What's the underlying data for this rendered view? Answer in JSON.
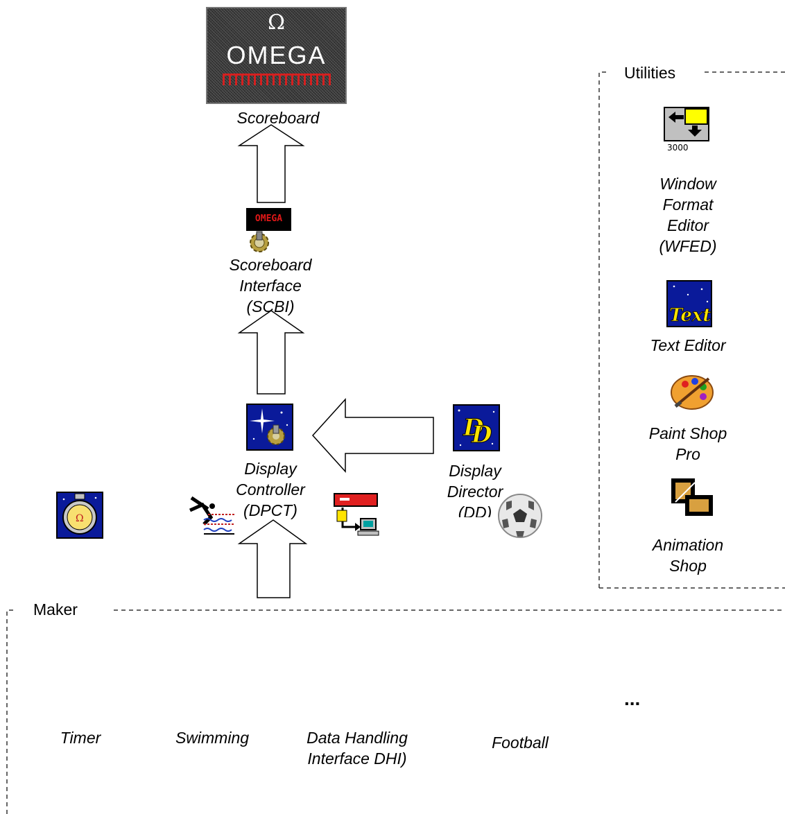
{
  "scoreboard": {
    "logo_text": "OMEGA",
    "label": "Scoreboard"
  },
  "scbi": {
    "icon_text": "OMEGA",
    "label_lines": [
      "Scoreboard",
      "Interface",
      "(SCBI)"
    ]
  },
  "dpct": {
    "label_lines": [
      "Display",
      "Controller",
      "(DPCT)"
    ]
  },
  "dd": {
    "label_lines": [
      "Display",
      "Director",
      "(DD)"
    ]
  },
  "utilities": {
    "title": "Utilities",
    "items": [
      {
        "icon": "window-format-icon",
        "icon_text": "3000",
        "label_lines": [
          "Window",
          "Format",
          "Editor",
          "(WFED)"
        ]
      },
      {
        "icon": "text-editor-icon",
        "icon_text": "Text",
        "label_lines": [
          "Text Editor"
        ]
      },
      {
        "icon": "palette-icon",
        "label_lines": [
          "Paint Shop",
          "Pro"
        ]
      },
      {
        "icon": "film-icon",
        "label_lines": [
          "Animation",
          "Shop"
        ]
      }
    ]
  },
  "maker": {
    "title": "Maker",
    "items": [
      {
        "icon": "stopwatch-icon",
        "label_lines": [
          "Timer"
        ]
      },
      {
        "icon": "swimmer-icon",
        "label_lines": [
          "Swimming"
        ]
      },
      {
        "icon": "computer-icon",
        "label_lines": [
          "Data Handling",
          "Interface DHI)"
        ]
      },
      {
        "icon": "soccer-ball-icon",
        "label_lines": [
          "Football"
        ]
      }
    ],
    "ellipsis": "..."
  },
  "colors": {
    "omega_red": "#d42020",
    "night_blue": "#0a1a9a",
    "icon_yellow": "#ffe400"
  }
}
